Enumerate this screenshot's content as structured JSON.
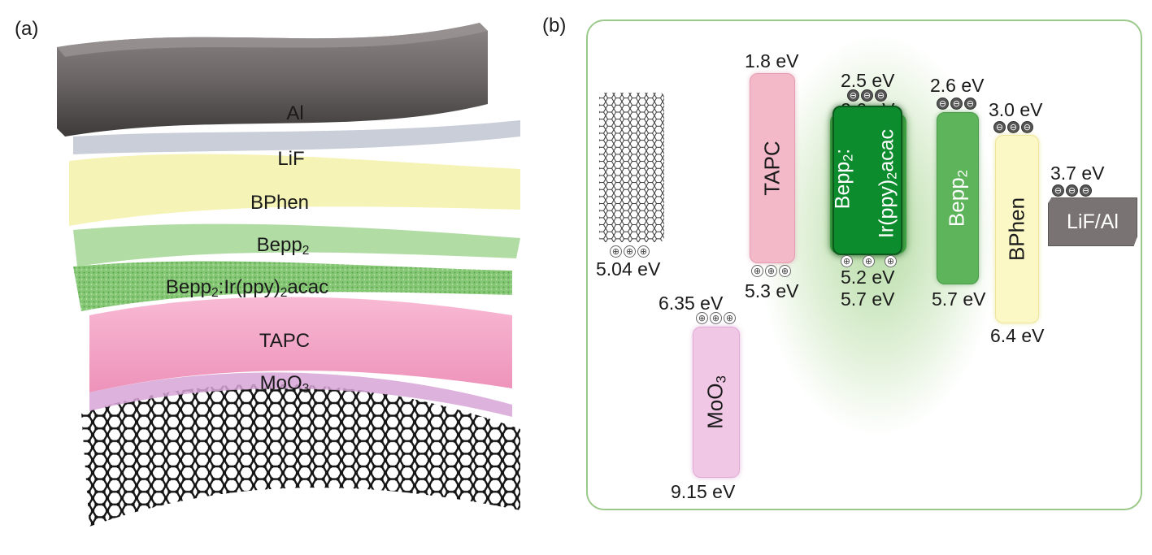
{
  "panel_a": {
    "label": "(a)",
    "layers": {
      "al": "Al",
      "lif": "LiF",
      "bphen": "BPhen",
      "bepp2_base": "Bepp",
      "bepp2_sub": "2",
      "eml_pre": "Bepp",
      "eml_sub1": "2",
      "eml_mid": ":Ir(ppy)",
      "eml_sub2": "2",
      "eml_post": "acac",
      "tapc": "TAPC",
      "moo3_base": "MoO",
      "moo3_sub": "3"
    },
    "colors": {
      "al": "#6e6868",
      "lif": "#c7ccd6",
      "bphen": "#f6f3b8",
      "bepp2": "#a9d79b",
      "eml": "#5fb04d",
      "tapc": "#f2a8c6",
      "moo3": "#d8a6d8",
      "graphene": "#1b1b1b"
    }
  },
  "panel_b": {
    "label": "(b)",
    "graphene": {
      "level": "5.04 eV"
    },
    "moo3": {
      "name_base": "MoO",
      "name_sub": "3",
      "top": "6.35 eV",
      "bottom": "9.15 eV"
    },
    "tapc": {
      "name": "TAPC",
      "top": "1.8 eV",
      "bottom": "5.3 eV"
    },
    "eml": {
      "line1_pre": "Bepp",
      "line1_sub": "2",
      "line1_post": ":",
      "line2_pre": "Ir(ppy)",
      "line2_sub": "2",
      "line2_post": "acac",
      "dopant_top": "2.5 eV",
      "host_top": "2.6 eV",
      "dopant_bottom": "5.2 eV",
      "host_bottom": "5.7 eV"
    },
    "bepp2": {
      "name_base": "Bepp",
      "name_sub": "2",
      "top": "2.6 eV",
      "bottom": "5.7 eV"
    },
    "bphen": {
      "name": "BPhen",
      "top": "3.0 eV",
      "bottom": "6.4 eV"
    },
    "cathode": {
      "name": "LiF/Al",
      "level": "3.7 eV"
    },
    "colors": {
      "frame": "#9bc98a",
      "moo3": "#f0c6e6",
      "tapc": "#f2b8c8",
      "eml_dark": "#0f8f2e",
      "eml_light": "#47b04a",
      "bepp2": "#5fb55b",
      "bphen": "#fbf8c4",
      "cathode": "#7a7373"
    },
    "symbols": {
      "electron": "⊖",
      "hole": "⊕"
    }
  }
}
